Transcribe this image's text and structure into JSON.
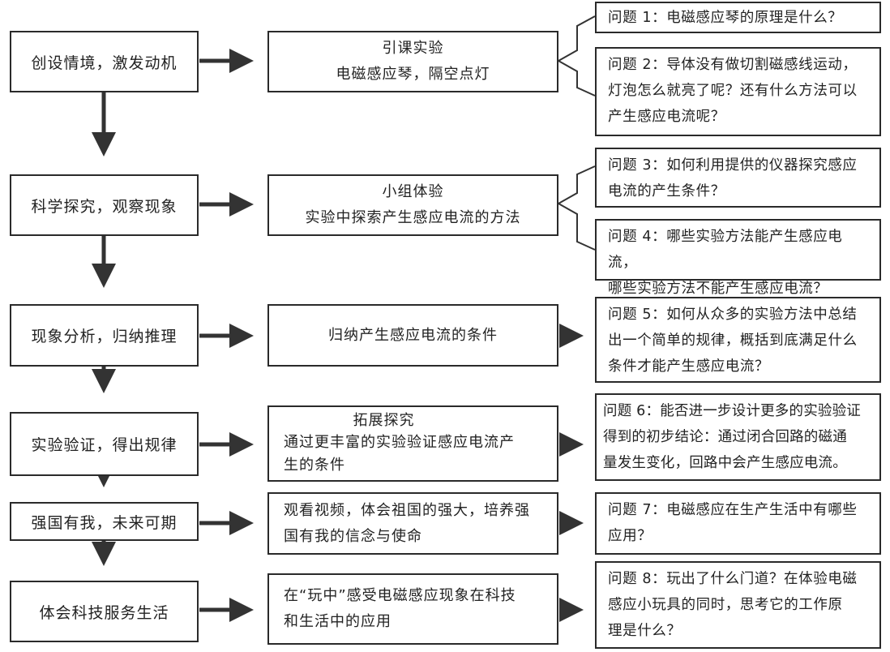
{
  "stages": [
    {
      "label": "创设情境，激发动机"
    },
    {
      "label": "科学探究，观察现象"
    },
    {
      "label": "现象分析，归纳推理"
    },
    {
      "label": "实验验证，得出规律"
    },
    {
      "label": "强国有我，未来可期"
    },
    {
      "label": "体会科技服务生活"
    }
  ],
  "activities": [
    {
      "title": "引课实验",
      "text": "电磁感应琴，隔空点灯"
    },
    {
      "title": "小组体验",
      "text": "实验中探索产生感应电流的方法"
    },
    {
      "title": "",
      "text": "归纳产生感应电流的条件"
    },
    {
      "title": "拓展探究",
      "text": "通过更丰富的实验验证感应电流产\n生的条件"
    },
    {
      "title": "",
      "text": "观看视频，体会祖国的强大，培养强\n国有我的信念与使命"
    },
    {
      "title": "",
      "text": "在“玩中”感受电磁感应现象在科技\n和生活中的应用"
    }
  ],
  "questions": [
    {
      "text": "问题 1：电磁感应琴的原理是什么？"
    },
    {
      "text": "问题 2：导体没有做切割磁感线运动，\n灯泡怎么就亮了呢？还有什么方法可以\n产生感应电流呢？"
    },
    {
      "text": "问题 3：如何利用提供的仪器探究感应\n电流的产生条件？"
    },
    {
      "text": "问题 4：哪些实验方法能产生感应电流，\n哪些实验方法不能产生感应电流？"
    },
    {
      "text": "问题 5：如何从众多的实验方法中总结\n出一个简单的规律，概括到底满足什么\n条件才能产生感应电流？"
    },
    {
      "text": "问题 6：能否进一步设计更多的实验验证\n得到的初步结论：通过闭合回路的磁通\n量发生变化，回路中会产生感应电流。"
    },
    {
      "text": "问题 7：电磁感应在生产生活中有哪些\n应用？"
    },
    {
      "text": "问题 8：玩出了什么门道？在体验电磁\n感应小玩具的同时，思考它的工作原\n理是什么？"
    }
  ]
}
